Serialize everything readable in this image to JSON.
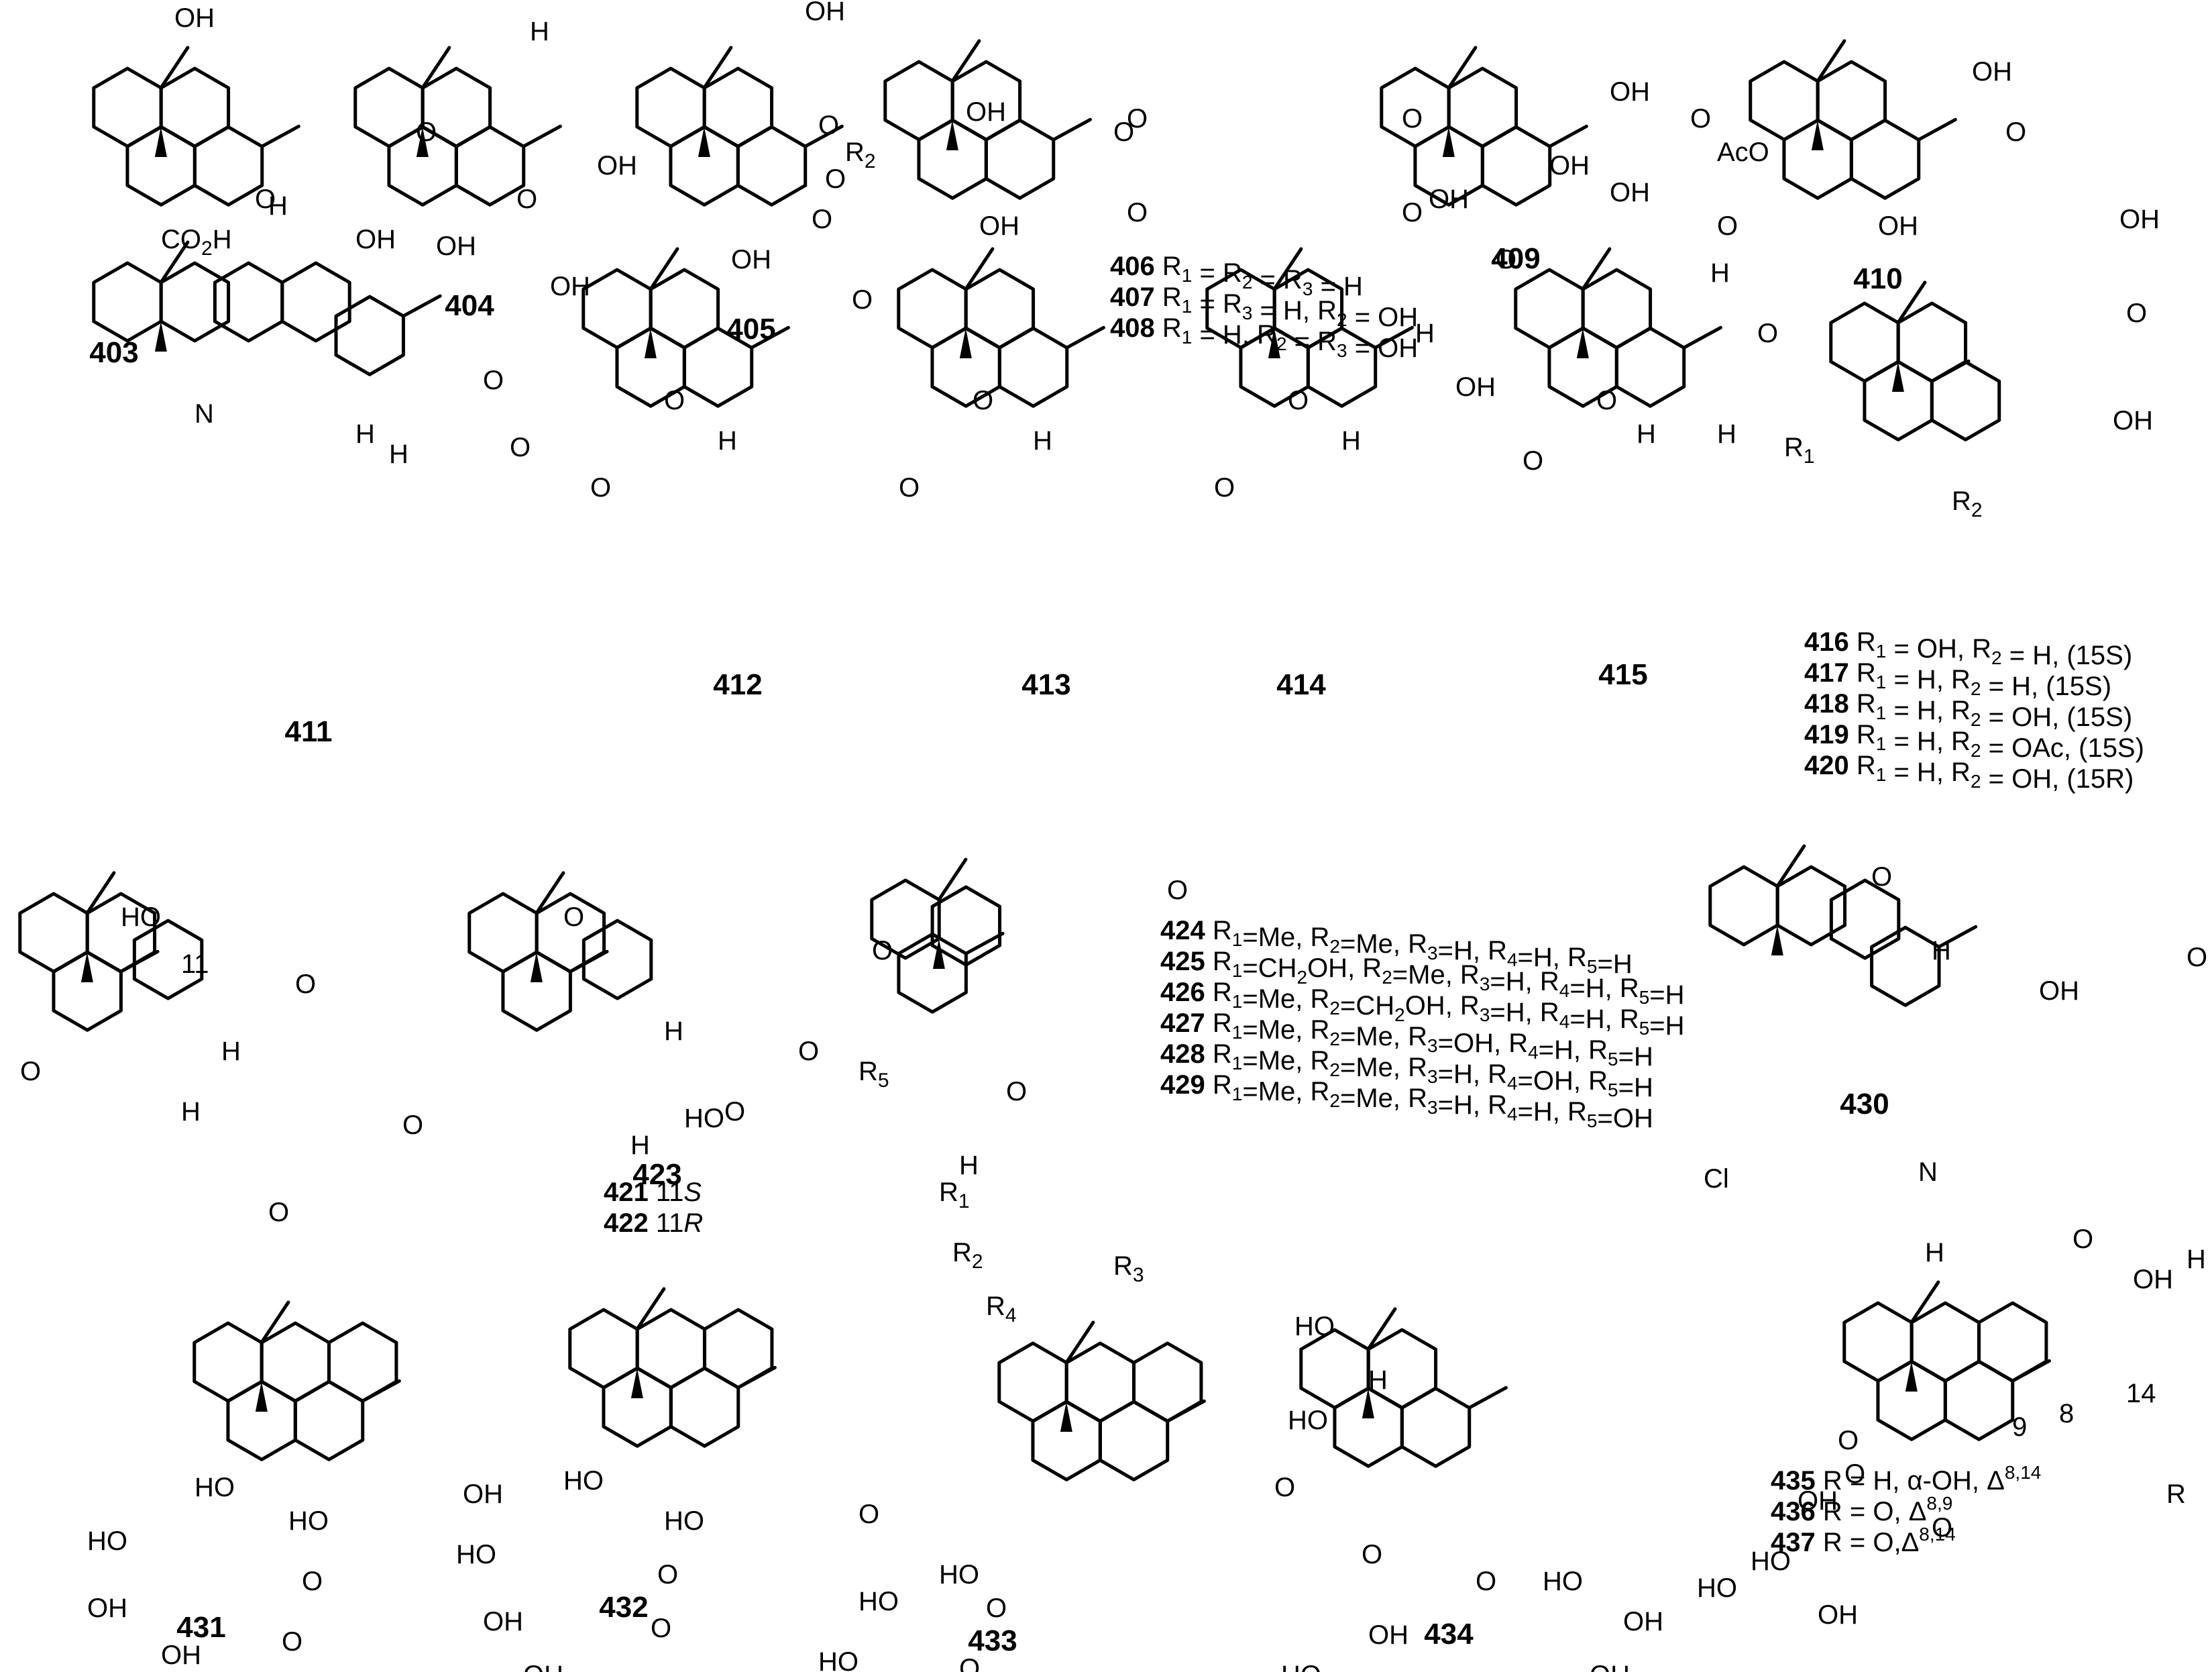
{
  "compounds": [
    {
      "id": "403",
      "atoms": [
        "OH",
        "OH",
        "CO2H",
        "O"
      ]
    },
    {
      "id": "404",
      "atoms": [
        "O",
        "H",
        "O",
        "O",
        "OH",
        "OH"
      ]
    },
    {
      "id": "405",
      "atoms": [
        "OH",
        "O",
        "OH"
      ]
    },
    {
      "id": "406",
      "atoms": [
        "R1",
        "R3",
        "R2",
        "OH",
        "O",
        "OH"
      ]
    },
    {
      "id": "409",
      "atoms": [
        "OH",
        "OH",
        "OH",
        "O"
      ]
    },
    {
      "id": "410",
      "atoms": [
        "OH",
        "AcO",
        "O",
        "OH",
        "O"
      ]
    },
    {
      "id": "411",
      "atoms": [
        "H",
        "N",
        "H",
        "OH",
        "O",
        "O",
        "H"
      ]
    },
    {
      "id": "412",
      "atoms": [
        "O",
        "OH",
        "O",
        "O",
        "O",
        "H"
      ]
    },
    {
      "id": "413",
      "atoms": [
        "O",
        "O",
        "O",
        "O",
        "O",
        "H"
      ]
    },
    {
      "id": "414",
      "atoms": [
        "O",
        "O",
        "H",
        "OH",
        "O",
        "O",
        "H"
      ]
    },
    {
      "id": "415",
      "atoms": [
        "O",
        "OH",
        "H",
        "O",
        "O",
        "O",
        "H",
        "H"
      ]
    },
    {
      "id": "416",
      "atoms": [
        "OH",
        "O",
        "OH",
        "R1",
        "R2"
      ]
    },
    {
      "id": "421",
      "atoms": [
        "HO",
        "11",
        "O",
        "H",
        "H",
        "O",
        "O",
        "O"
      ]
    },
    {
      "id": "423",
      "atoms": [
        "O",
        "O",
        "H",
        "O",
        "O",
        "HO",
        "H",
        "O"
      ]
    },
    {
      "id": "424",
      "atoms": [
        "O",
        "R5",
        "H",
        "R1",
        "R2",
        "R4",
        "R3"
      ]
    },
    {
      "id": "430",
      "atoms": [
        "O",
        "H",
        "OH",
        "O",
        "Cl",
        "N",
        "H",
        "H",
        "O",
        "OH"
      ]
    },
    {
      "id": "431",
      "atoms": [
        "HO",
        "OH",
        "HO",
        "O",
        "O",
        "HO",
        "OH",
        "OH"
      ]
    },
    {
      "id": "432",
      "atoms": [
        "HO",
        "O",
        "HO",
        "O",
        "O",
        "HO",
        "OH",
        "OH"
      ]
    },
    {
      "id": "433",
      "atoms": [
        "HO",
        "HO",
        "O",
        "O",
        "HO",
        "OH",
        "OH"
      ]
    },
    {
      "id": "434",
      "atoms": [
        "HO",
        "HO",
        "H",
        "O",
        "O",
        "O",
        "HO",
        "OH",
        "OH",
        "HO",
        "OH",
        "OH"
      ]
    },
    {
      "id": "435",
      "atoms": [
        "9",
        "8",
        "14",
        "O",
        "R",
        "OH",
        "O",
        "O",
        "HO",
        "OH",
        "HO"
      ]
    }
  ],
  "label_groups": [
    {
      "lines": [
        {
          "id": "406",
          "text": " R1 = R2 = R3 = H"
        },
        {
          "id": "407",
          "text": " R1 = R3 = H, R2 = OH"
        },
        {
          "id": "408",
          "text": " R1 = H, R2 = R3 = OH"
        }
      ]
    },
    {
      "lines": [
        {
          "id": "416",
          "text": " R1 = OH, R2 = H, (15S)"
        },
        {
          "id": "417",
          "text": " R1 = H, R2 = H, (15S)"
        },
        {
          "id": "418",
          "text": " R1 = H, R2 = OH, (15S)"
        },
        {
          "id": "419",
          "text": " R1 = H, R2 = OAc, (15S)"
        },
        {
          "id": "420",
          "text": " R1 = H, R2 = OH, (15R)"
        }
      ]
    },
    {
      "lines": [
        {
          "id": "421",
          "text": " 11S"
        },
        {
          "id": "422",
          "text": " 11R"
        }
      ]
    },
    {
      "lines": [
        {
          "id": "424",
          "text": " R1=Me, R2=Me, R3=H, R4=H, R5=H"
        },
        {
          "id": "425",
          "text": " R1=CH2OH, R2=Me, R3=H, R4=H, R5=H"
        },
        {
          "id": "426",
          "text": " R1=Me, R2=CH2OH, R3=H, R4=H, R5=H"
        },
        {
          "id": "427",
          "text": " R1=Me, R2=Me, R3=OH, R4=H, R5=H"
        },
        {
          "id": "428",
          "text": " R1=Me, R2=Me, R3=H, R4=OH, R5=H"
        },
        {
          "id": "429",
          "text": " R1=Me, R2=Me, R3=H, R4=H, R5=OH"
        }
      ]
    },
    {
      "lines": [
        {
          "id": "435",
          "text": " R = H, α-OH, Δ8,14"
        },
        {
          "id": "436",
          "text": " R = O, Δ8,9"
        },
        {
          "id": "437",
          "text": " R = O,Δ8,14"
        }
      ]
    }
  ],
  "single_ids": [
    "403",
    "404",
    "405",
    "409",
    "410",
    "411",
    "412",
    "413",
    "414",
    "415",
    "423",
    "430",
    "431",
    "432",
    "433",
    "434"
  ]
}
